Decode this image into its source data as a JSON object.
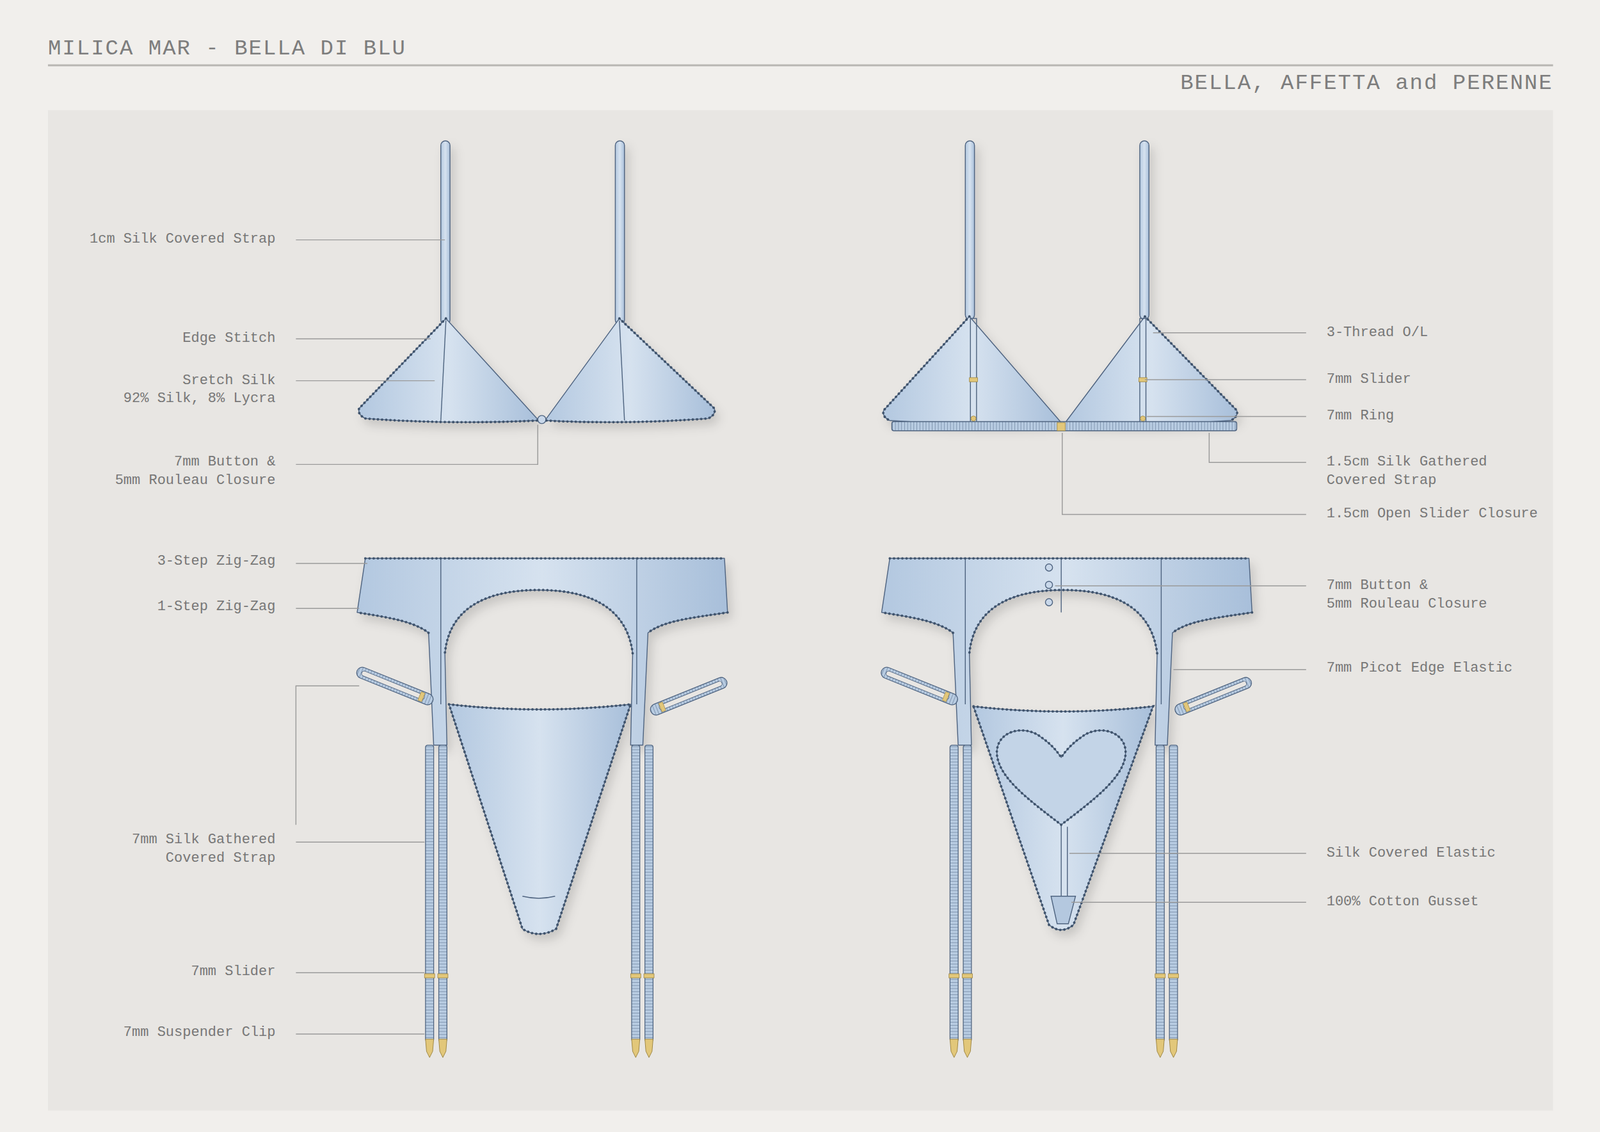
{
  "diagram": {
    "title": "MILICA MAR - BELLA DI BLU",
    "labels": [
      "BELLA, AFFETTA and PERENNE",
      "1cm Silk Covered Strap",
      "Edge Stitch",
      "Sretch Silk",
      "92% Silk, 8% Lycra",
      "7mm Button &",
      "5mm Rouleau Closure",
      "3-Step Zig-Zag",
      "1-Step Zig-Zag",
      "7mm Silk Gathered",
      "Covered Strap",
      "7mm Slider",
      "7mm Suspender Clip",
      "3-Thread O/L",
      "7mm Slider",
      "7mm Ring",
      "1.5cm Silk Gathered",
      "Covered Strap",
      "1.5cm Open Slider Closure",
      "7mm Button &",
      "5mm Rouleau Closure",
      "7mm Picot Edge Elastic",
      "Silk Covered Elastic",
      "100% Cotton Gusset"
    ]
  }
}
